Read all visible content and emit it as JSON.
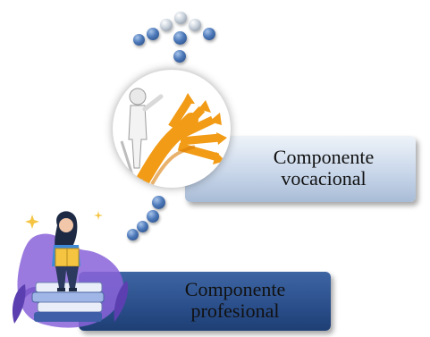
{
  "components": {
    "vocational": {
      "line1": "Componente",
      "line2": "vocacional"
    },
    "professional": {
      "line1": "Componente",
      "line2": "profesional"
    }
  },
  "colors": {
    "vocational_box": "#c9d7ea",
    "professional_box": "#2a4e8a",
    "dot_blue": "#4d79b9",
    "arrow_orange": "#f29b16"
  },
  "icons": {
    "vocational": "person-choosing-paths-icon",
    "professional": "woman-reading-books-icon"
  }
}
